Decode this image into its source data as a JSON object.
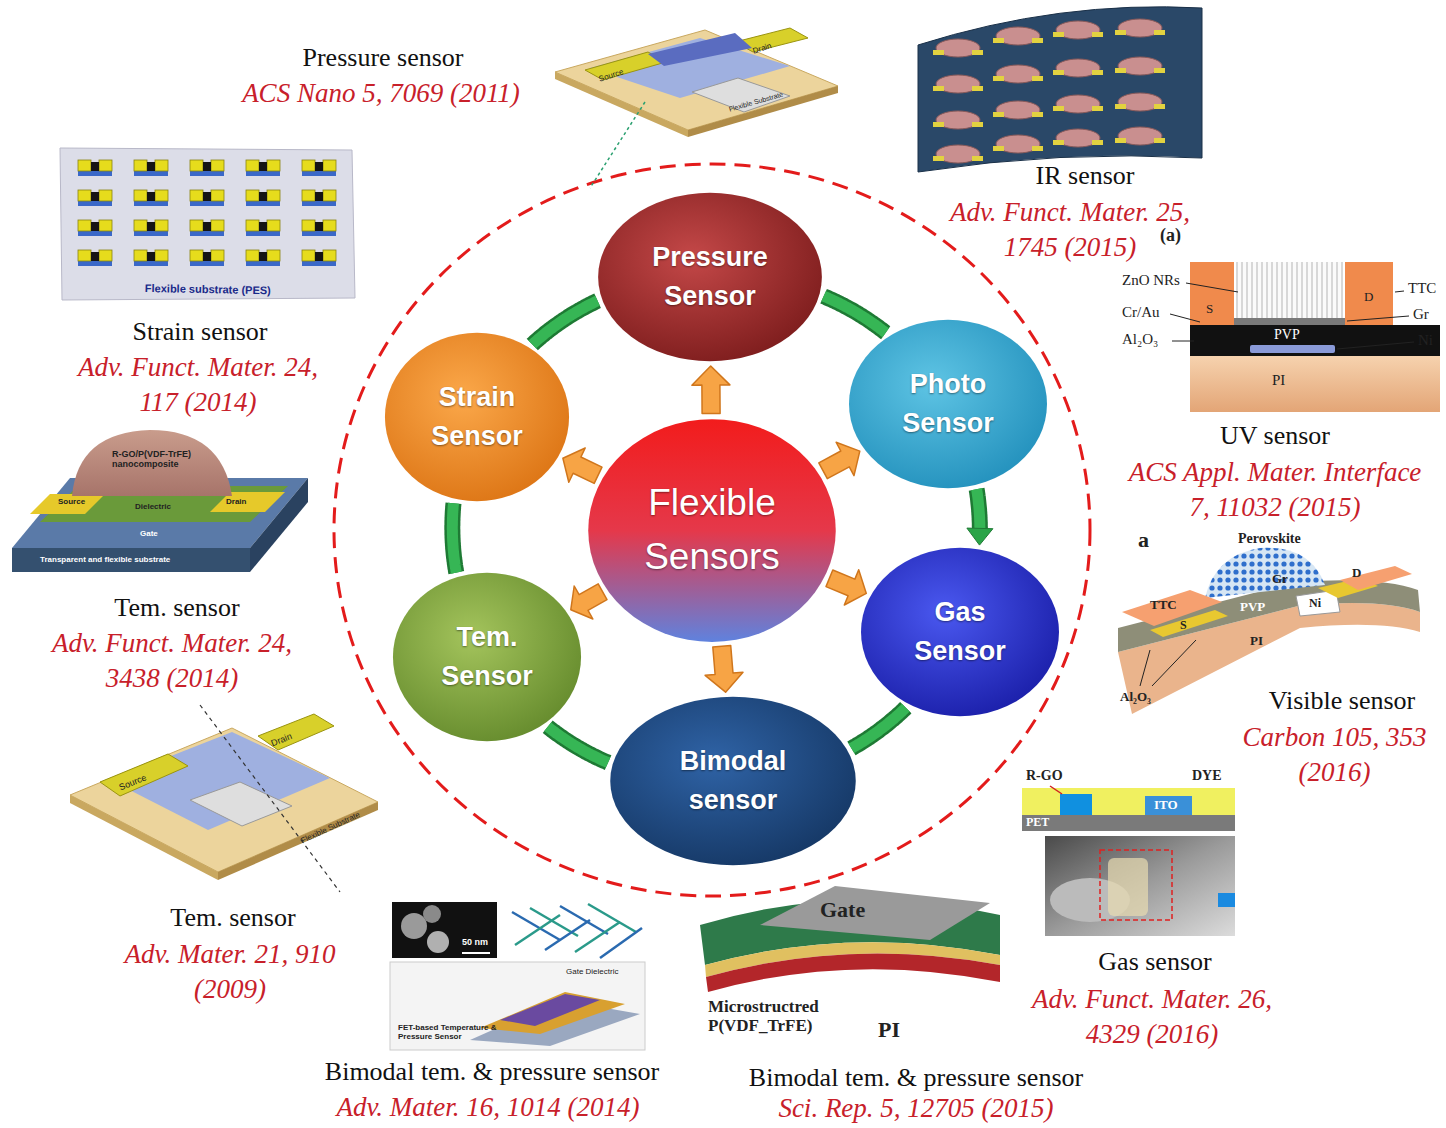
{
  "diagram": {
    "nodes": [
      {
        "text": [
          "Flexible Sensors"
        ]
      },
      {
        "text": [
          "Pressure Sensor"
        ]
      },
      {
        "text": [
          "Photo Sensor"
        ]
      },
      {
        "text": [
          "Gas Sensor"
        ]
      },
      {
        "text": [
          "Bimodal sensor"
        ]
      },
      {
        "text": [
          "Tem. Sensor"
        ]
      },
      {
        "text": [
          "Strain Sensor"
        ]
      }
    ],
    "edges": [
      {
        "from": 0,
        "to": 1,
        "arrow": "to"
      },
      {
        "from": 0,
        "to": 2,
        "arrow": "to"
      },
      {
        "from": 0,
        "to": 3,
        "arrow": "to"
      },
      {
        "from": 0,
        "to": 4,
        "arrow": "to"
      },
      {
        "from": 0,
        "to": 5,
        "arrow": "to"
      },
      {
        "from": 0,
        "to": 6,
        "arrow": "to"
      },
      {
        "from": 1,
        "to": 2,
        "arrow": "none"
      },
      {
        "from": 2,
        "to": 3,
        "arrow": "to"
      },
      {
        "from": 3,
        "to": 4,
        "arrow": "none"
      },
      {
        "from": 4,
        "to": 5,
        "arrow": "none"
      },
      {
        "from": 5,
        "to": 6,
        "arrow": "none"
      },
      {
        "from": 6,
        "to": 1,
        "arrow": "none"
      }
    ],
    "labels": [
      "Pressure sensor",
      "ACS Nano 5, 7069 (2011)",
      "IR sensor",
      "Adv. Funct. Mater. 25, 1745 (2015)",
      "(a)",
      "UV sensor",
      "ACS Appl. Mater. Interface 7, 11032 (2015)",
      "Strain sensor",
      "Adv. Funct. Mater. 24, 117 (2014)",
      "Tem. sensor",
      "Adv. Funct. Mater. 24, 3438 (2014)",
      "Visible sensor",
      "Carbon 105, 353 (2016)",
      "Tem. sensor",
      "Adv. Mater. 21, 910 (2009)",
      "Gas sensor",
      "Adv. Funct. Mater. 26, 4329 (2016)",
      "Bimodal tem. & pressure sensor",
      "Adv. Mater. 16, 1014 (2014)",
      "Bimodal tem. & pressure sensor",
      "Sci. Rep. 5, 12705 (2015)",
      "ZnO NRs",
      "Cr/Au",
      "Al₂O₃",
      "TTC",
      "Gr",
      "Ni",
      "PVP",
      "PI",
      "S",
      "D",
      "a",
      "Perovskite",
      "TTC",
      "Gr",
      "S",
      "D",
      "PVP",
      "Ni",
      "PI",
      "Al₂O₃",
      "R-GO",
      "DYE",
      "ITO",
      "PET",
      "Gate",
      "Microstructred P(VDF_TrFE)",
      "PI",
      "50 nm",
      "Gate Dielectric",
      "FET-based Temperature & Pressure Sensor",
      "Flexible substrate (PES)",
      "R-GO/P(VDF-TrFE) nanocomposite",
      "Source",
      "Dielectric",
      "Drain",
      "Gate",
      "Transparent and flexible substrate",
      "Source",
      "Drain",
      "Flexible Substrate",
      "Source",
      "Drain",
      "Flexible Substrate"
    ]
  }
}
